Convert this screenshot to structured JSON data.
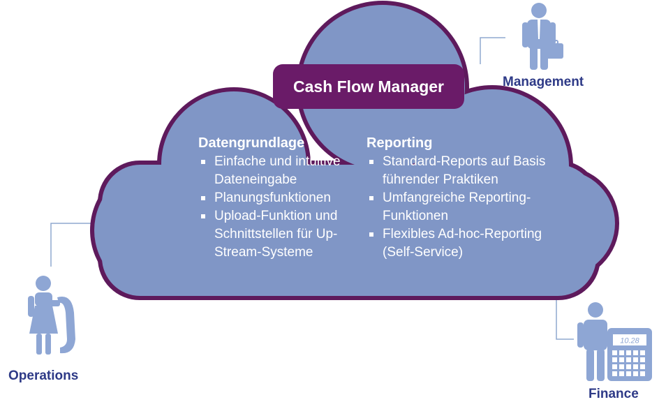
{
  "title": "Cash Flow Manager",
  "left_column": {
    "heading": "Datengrundlage",
    "items": [
      "Einfache und intuitive Dateneingabe",
      "Planungsfunktionen",
      "Upload-Funktion und Schnittstellen für Up-Stream-Systeme"
    ]
  },
  "right_column": {
    "heading": "Reporting",
    "items": [
      "Standard-Reports auf Basis führender Praktiken",
      "Umfangreiche Reporting-Funktionen",
      "Flexibles Ad-hoc-Reporting (Self-Service)"
    ]
  },
  "roles": {
    "management": "Management",
    "operations": "Operations",
    "finance": "Finance"
  },
  "calculator_display": "10.28",
  "colors": {
    "cloud_fill": "#8096c6",
    "cloud_outline": "#5e1a5c",
    "title_box": "#6a1b68",
    "figure": "#8ea6d4",
    "label_text": "#2e3a87",
    "connector": "#8fa8cf"
  }
}
